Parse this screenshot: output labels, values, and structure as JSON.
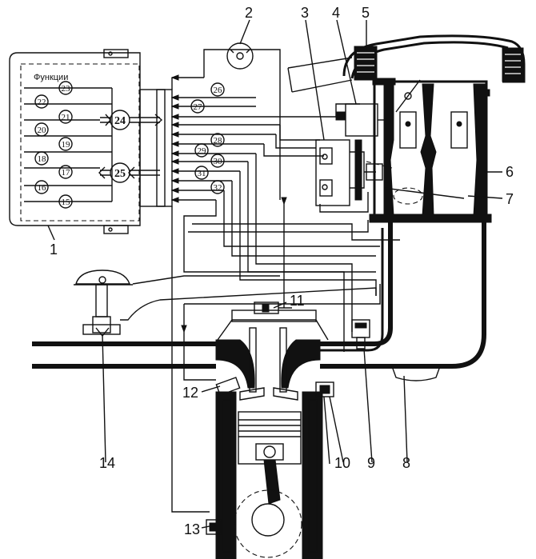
{
  "ecu": {
    "title": "Функции"
  },
  "callouts": {
    "n1": "1",
    "n2": "2",
    "n3": "3",
    "n4": "4",
    "n5": "5",
    "n6": "6",
    "n7": "7",
    "n8": "8",
    "n9": "9",
    "n10": "10",
    "n11": "11",
    "n12": "12",
    "n13": "13",
    "n14": "14"
  },
  "functions": {
    "f15": "15",
    "f16": "16",
    "f17": "17",
    "f18": "18",
    "f19": "19",
    "f20": "20",
    "f21": "21",
    "f22": "22",
    "f23": "23",
    "f24": "24",
    "f25": "25",
    "f26": "26",
    "f27": "27",
    "f28": "28",
    "f29": "29",
    "f30": "30",
    "f31": "31",
    "f32": "32"
  }
}
